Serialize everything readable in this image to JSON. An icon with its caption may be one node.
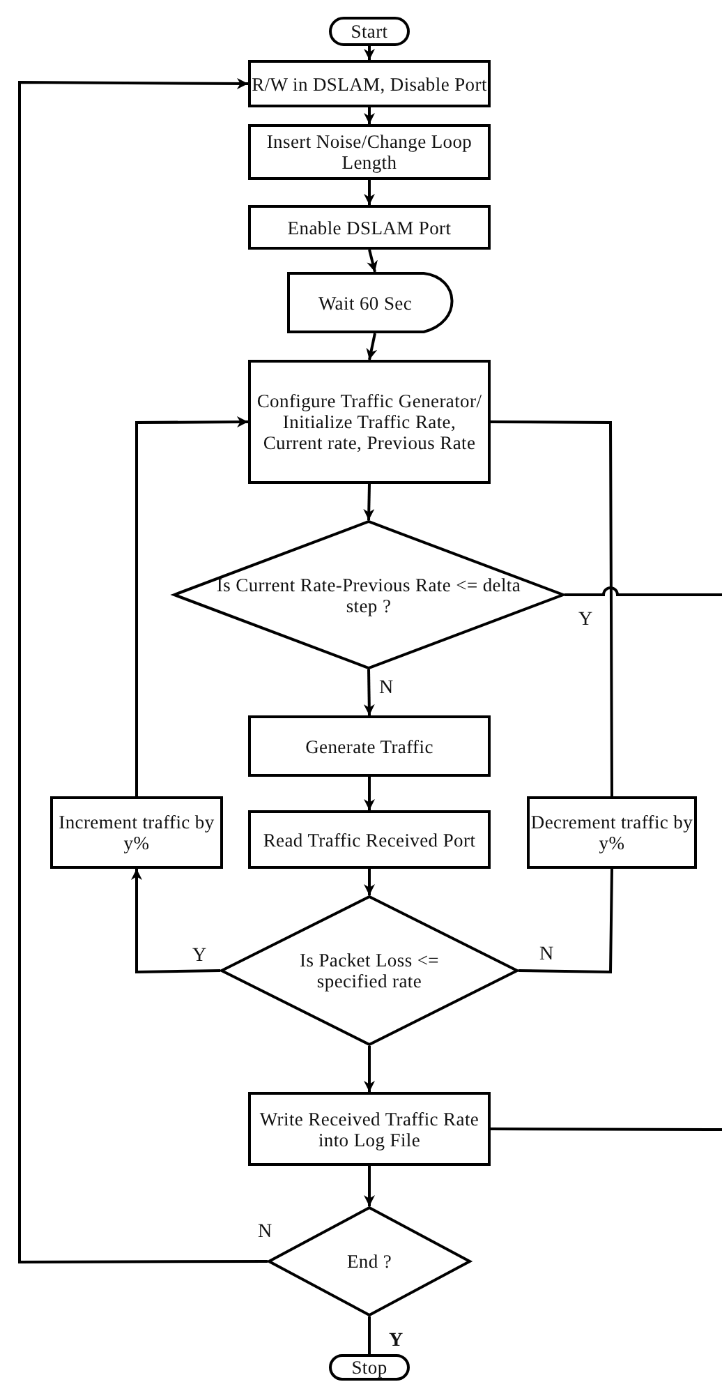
{
  "diagram": {
    "nodes": [
      {
        "text": [
          "Start"
        ]
      },
      {
        "text": [
          "R/W in DSLAM, Disable Port"
        ]
      },
      {
        "text": [
          "Insert Noise/Change Loop Length"
        ]
      },
      {
        "text": [
          "Enable DSLAM Port"
        ]
      },
      {
        "text": [
          "Wait 60 Sec"
        ]
      },
      {
        "text": [
          "Configure Traffic Generator/ Initialize Traffic Rate, Current rate, Previous Rate"
        ]
      },
      {
        "text": [
          "Is Current Rate-Previous Rate <= delta step ?"
        ]
      },
      {
        "text": [
          "Generate Traffic"
        ]
      },
      {
        "text": [
          "Increment traffic by y%"
        ]
      },
      {
        "text": [
          "Read Traffic Received Port"
        ]
      },
      {
        "text": [
          "Decrement traffic by y%"
        ]
      },
      {
        "text": [
          "Is Packet Loss <= specified rate"
        ]
      },
      {
        "text": [
          "Write Received Traffic Rate into Log File"
        ]
      },
      {
        "text": [
          "End ?"
        ]
      },
      {
        "text": [
          "Stop"
        ]
      }
    ],
    "edges": [
      {
        "from": 0,
        "to": 1,
        "arrow": "to"
      },
      {
        "from": 1,
        "to": 2,
        "arrow": "to"
      },
      {
        "from": 2,
        "to": 3,
        "arrow": "to"
      },
      {
        "from": 3,
        "to": 4,
        "arrow": "to"
      },
      {
        "from": 4,
        "to": 5,
        "arrow": "to"
      },
      {
        "from": 5,
        "to": 6,
        "arrow": "to"
      },
      {
        "from": 6,
        "to": 7,
        "arrow": "to",
        "label": "N"
      },
      {
        "from": 6,
        "to": null,
        "arrow": "none",
        "label": "Y"
      },
      {
        "from": 7,
        "to": 9,
        "arrow": "to"
      },
      {
        "from": 9,
        "to": 11,
        "arrow": "to"
      },
      {
        "from": 11,
        "to": 8,
        "arrow": "to",
        "label": "Y"
      },
      {
        "from": 8,
        "to": 5,
        "arrow": "to"
      },
      {
        "from": 11,
        "to": 10,
        "arrow": "none",
        "label": "N"
      },
      {
        "from": 10,
        "to": 5,
        "arrow": "none"
      },
      {
        "from": 12,
        "to": null,
        "arrow": "none"
      },
      {
        "from": 11,
        "to": 12,
        "arrow": "to"
      },
      {
        "from": 12,
        "to": 13,
        "arrow": "to"
      },
      {
        "from": 13,
        "to": 1,
        "arrow": "to",
        "label": "N"
      },
      {
        "from": 13,
        "to": 14,
        "arrow": "none",
        "label": "Y"
      }
    ]
  }
}
